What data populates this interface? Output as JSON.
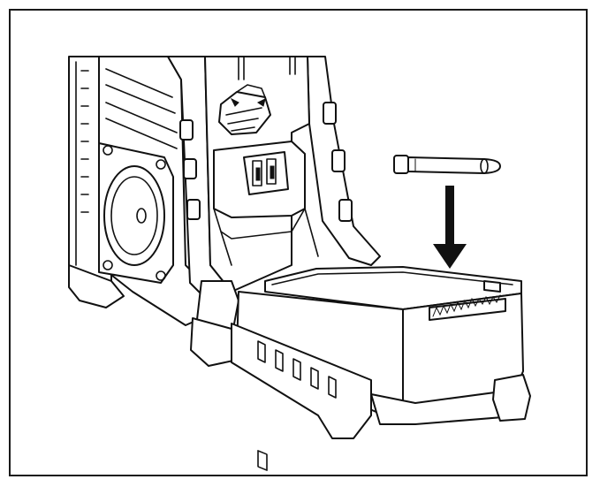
{
  "figure": {
    "border_color": "#1a1a1a",
    "line_color": "#111111",
    "background": "#ffffff",
    "icons": [
      "pin-part",
      "down-arrow-icon",
      "open-tray",
      "housing-body",
      "round-port-icon"
    ]
  }
}
